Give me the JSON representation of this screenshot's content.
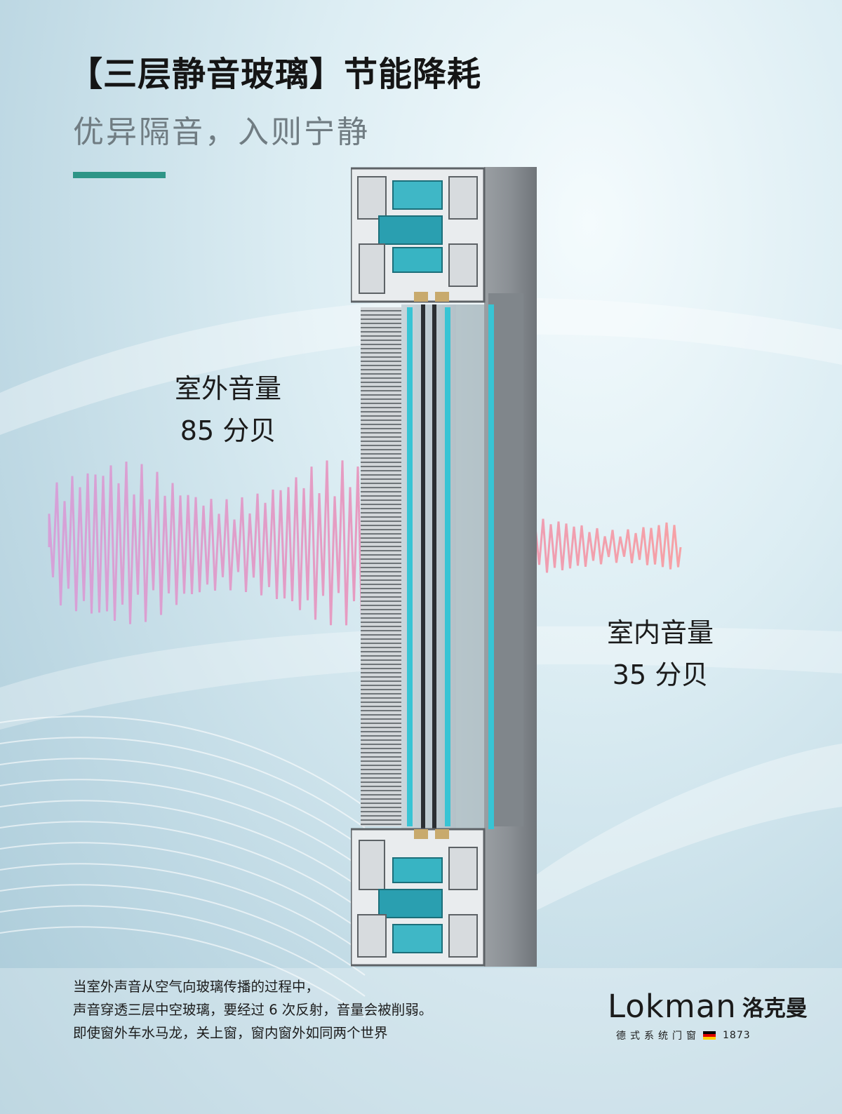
{
  "header": {
    "title": "【三层静音玻璃】节能降耗",
    "subtitle": "优异隔音，入则宁静"
  },
  "volume": {
    "outdoor": {
      "label": "室外音量",
      "value": "85 分贝"
    },
    "indoor": {
      "label": "室内音量",
      "value": "35 分贝"
    }
  },
  "description": [
    "当室外声音从空气向玻璃传播的过程中，",
    "声音穿透三层中空玻璃，要经过 6 次反射，音量会被削弱。",
    "即使窗外车水马龙，关上窗，窗内窗外如同两个世界"
  ],
  "brand": {
    "name_en": "Lokman",
    "name_cn": "洛克曼",
    "tagline": "德式系统门窗",
    "year": "1873"
  },
  "colors": {
    "accent": "#2e9587",
    "wave_start": "#d9a3d6",
    "wave_end": "#f4a0aa",
    "seal": "#38c4d4"
  }
}
